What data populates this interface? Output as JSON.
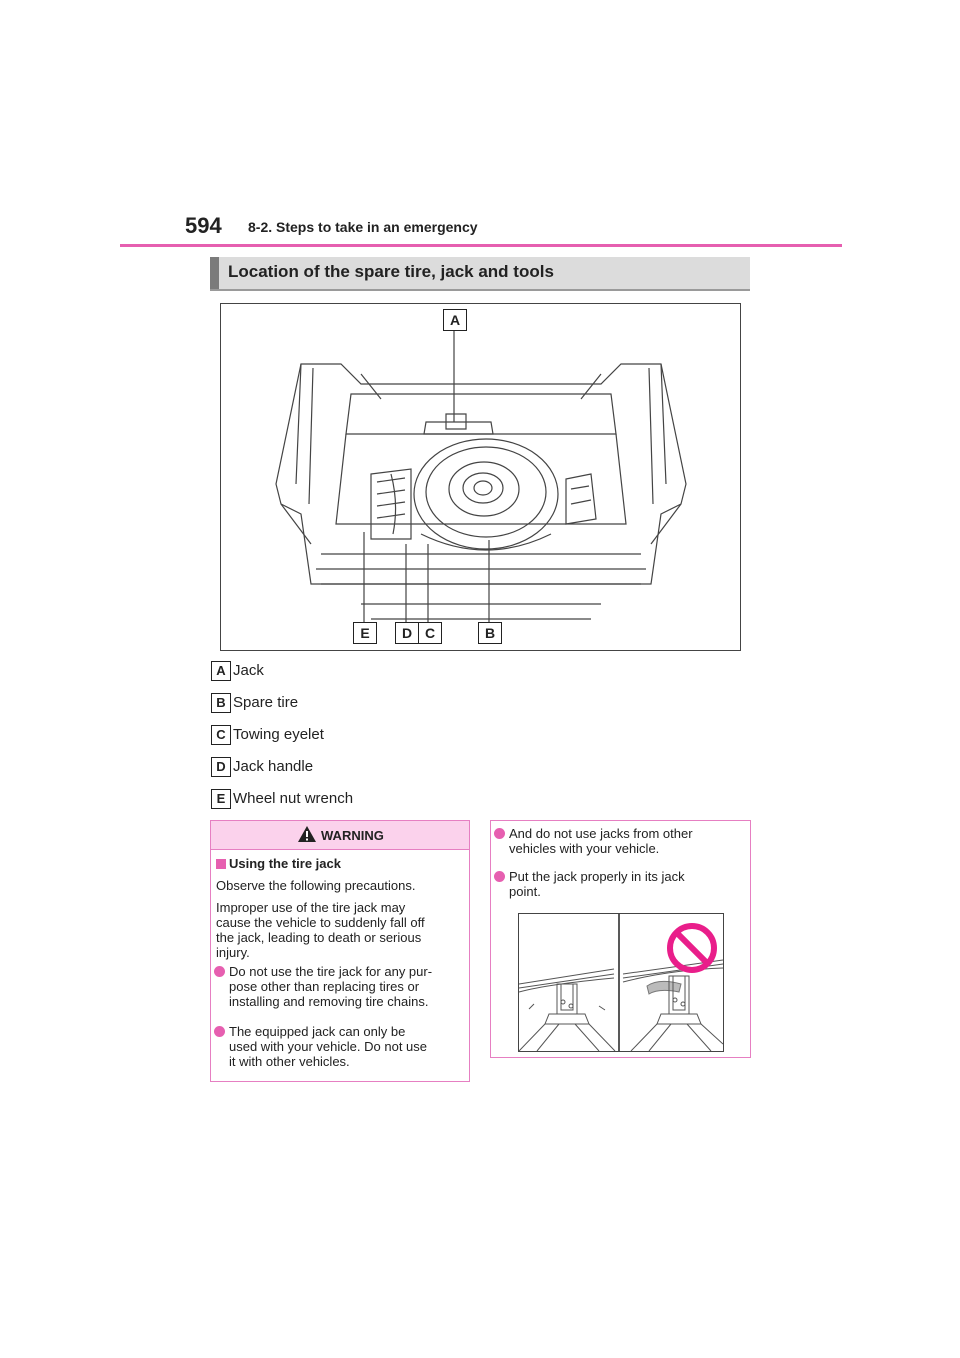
{
  "header": {
    "page_number": "594",
    "section": "8-2. Steps to take in an emergency"
  },
  "heading": "Location of the spare tire, jack and tools",
  "figure": {
    "callouts": [
      "A",
      "E",
      "D",
      "C",
      "B"
    ]
  },
  "legend": [
    {
      "key": "A",
      "label": "Jack"
    },
    {
      "key": "B",
      "label": "Spare tire"
    },
    {
      "key": "C",
      "label": "Towing eyelet"
    },
    {
      "key": "D",
      "label": "Jack handle"
    },
    {
      "key": "E",
      "label": "Wheel nut wrench"
    }
  ],
  "warning": {
    "title": "WARNING",
    "subheading": "Using the tire jack",
    "intro": "Observe the following precautions.",
    "paragraph_lines": [
      "Improper use of the tire jack may",
      "cause the vehicle to suddenly fall off",
      "the jack, leading to death or serious",
      "injury."
    ],
    "bullets": [
      [
        "Do not use the tire jack for any pur-",
        "pose other than replacing tires or",
        "installing and removing tire chains."
      ],
      [
        "The equipped jack can only be",
        "used with your vehicle. Do not use",
        "it with other vehicles."
      ]
    ],
    "right_bullets": [
      [
        "And do not use jacks from other",
        "vehicles with your vehicle."
      ],
      [
        "Put the jack properly in its jack",
        "point."
      ]
    ]
  },
  "colors": {
    "accent": "#e65fb0",
    "warning_header_bg": "#fbd2ec",
    "heading_bg": "#dcdcdc"
  }
}
